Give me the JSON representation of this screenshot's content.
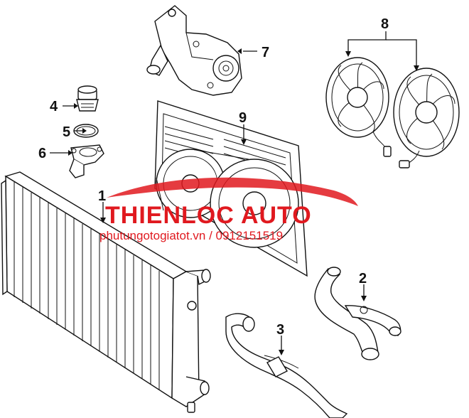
{
  "diagram": {
    "callouts": [
      {
        "id": "1",
        "label": "1"
      },
      {
        "id": "2",
        "label": "2"
      },
      {
        "id": "3",
        "label": "3"
      },
      {
        "id": "4",
        "label": "4"
      },
      {
        "id": "5",
        "label": "5"
      },
      {
        "id": "6",
        "label": "6"
      },
      {
        "id": "7",
        "label": "7"
      },
      {
        "id": "8",
        "label": "8"
      },
      {
        "id": "9",
        "label": "9"
      }
    ]
  },
  "watermark": {
    "brand": "THIENLOC AUTO",
    "contact": "phutungotogiatot.vn / 0912151519",
    "color": "#e0191f"
  }
}
